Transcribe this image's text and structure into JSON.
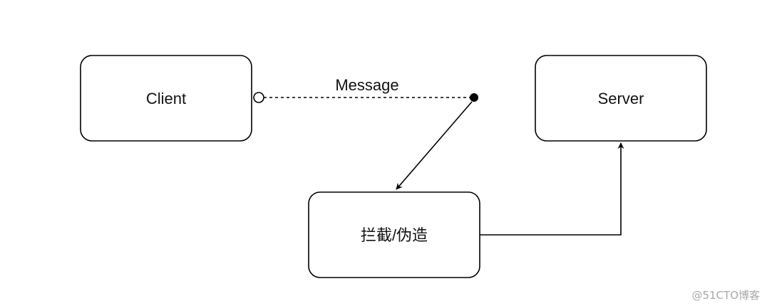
{
  "nodes": {
    "client": {
      "label": "Client"
    },
    "server": {
      "label": "Server"
    },
    "intercept": {
      "label": "拦截/伪造"
    }
  },
  "message": {
    "label": "Message"
  },
  "watermark": {
    "text": "@51CTO博客"
  },
  "colors": {
    "stroke": "#000000",
    "background": "#ffffff",
    "watermark": "#a8a8a8"
  }
}
